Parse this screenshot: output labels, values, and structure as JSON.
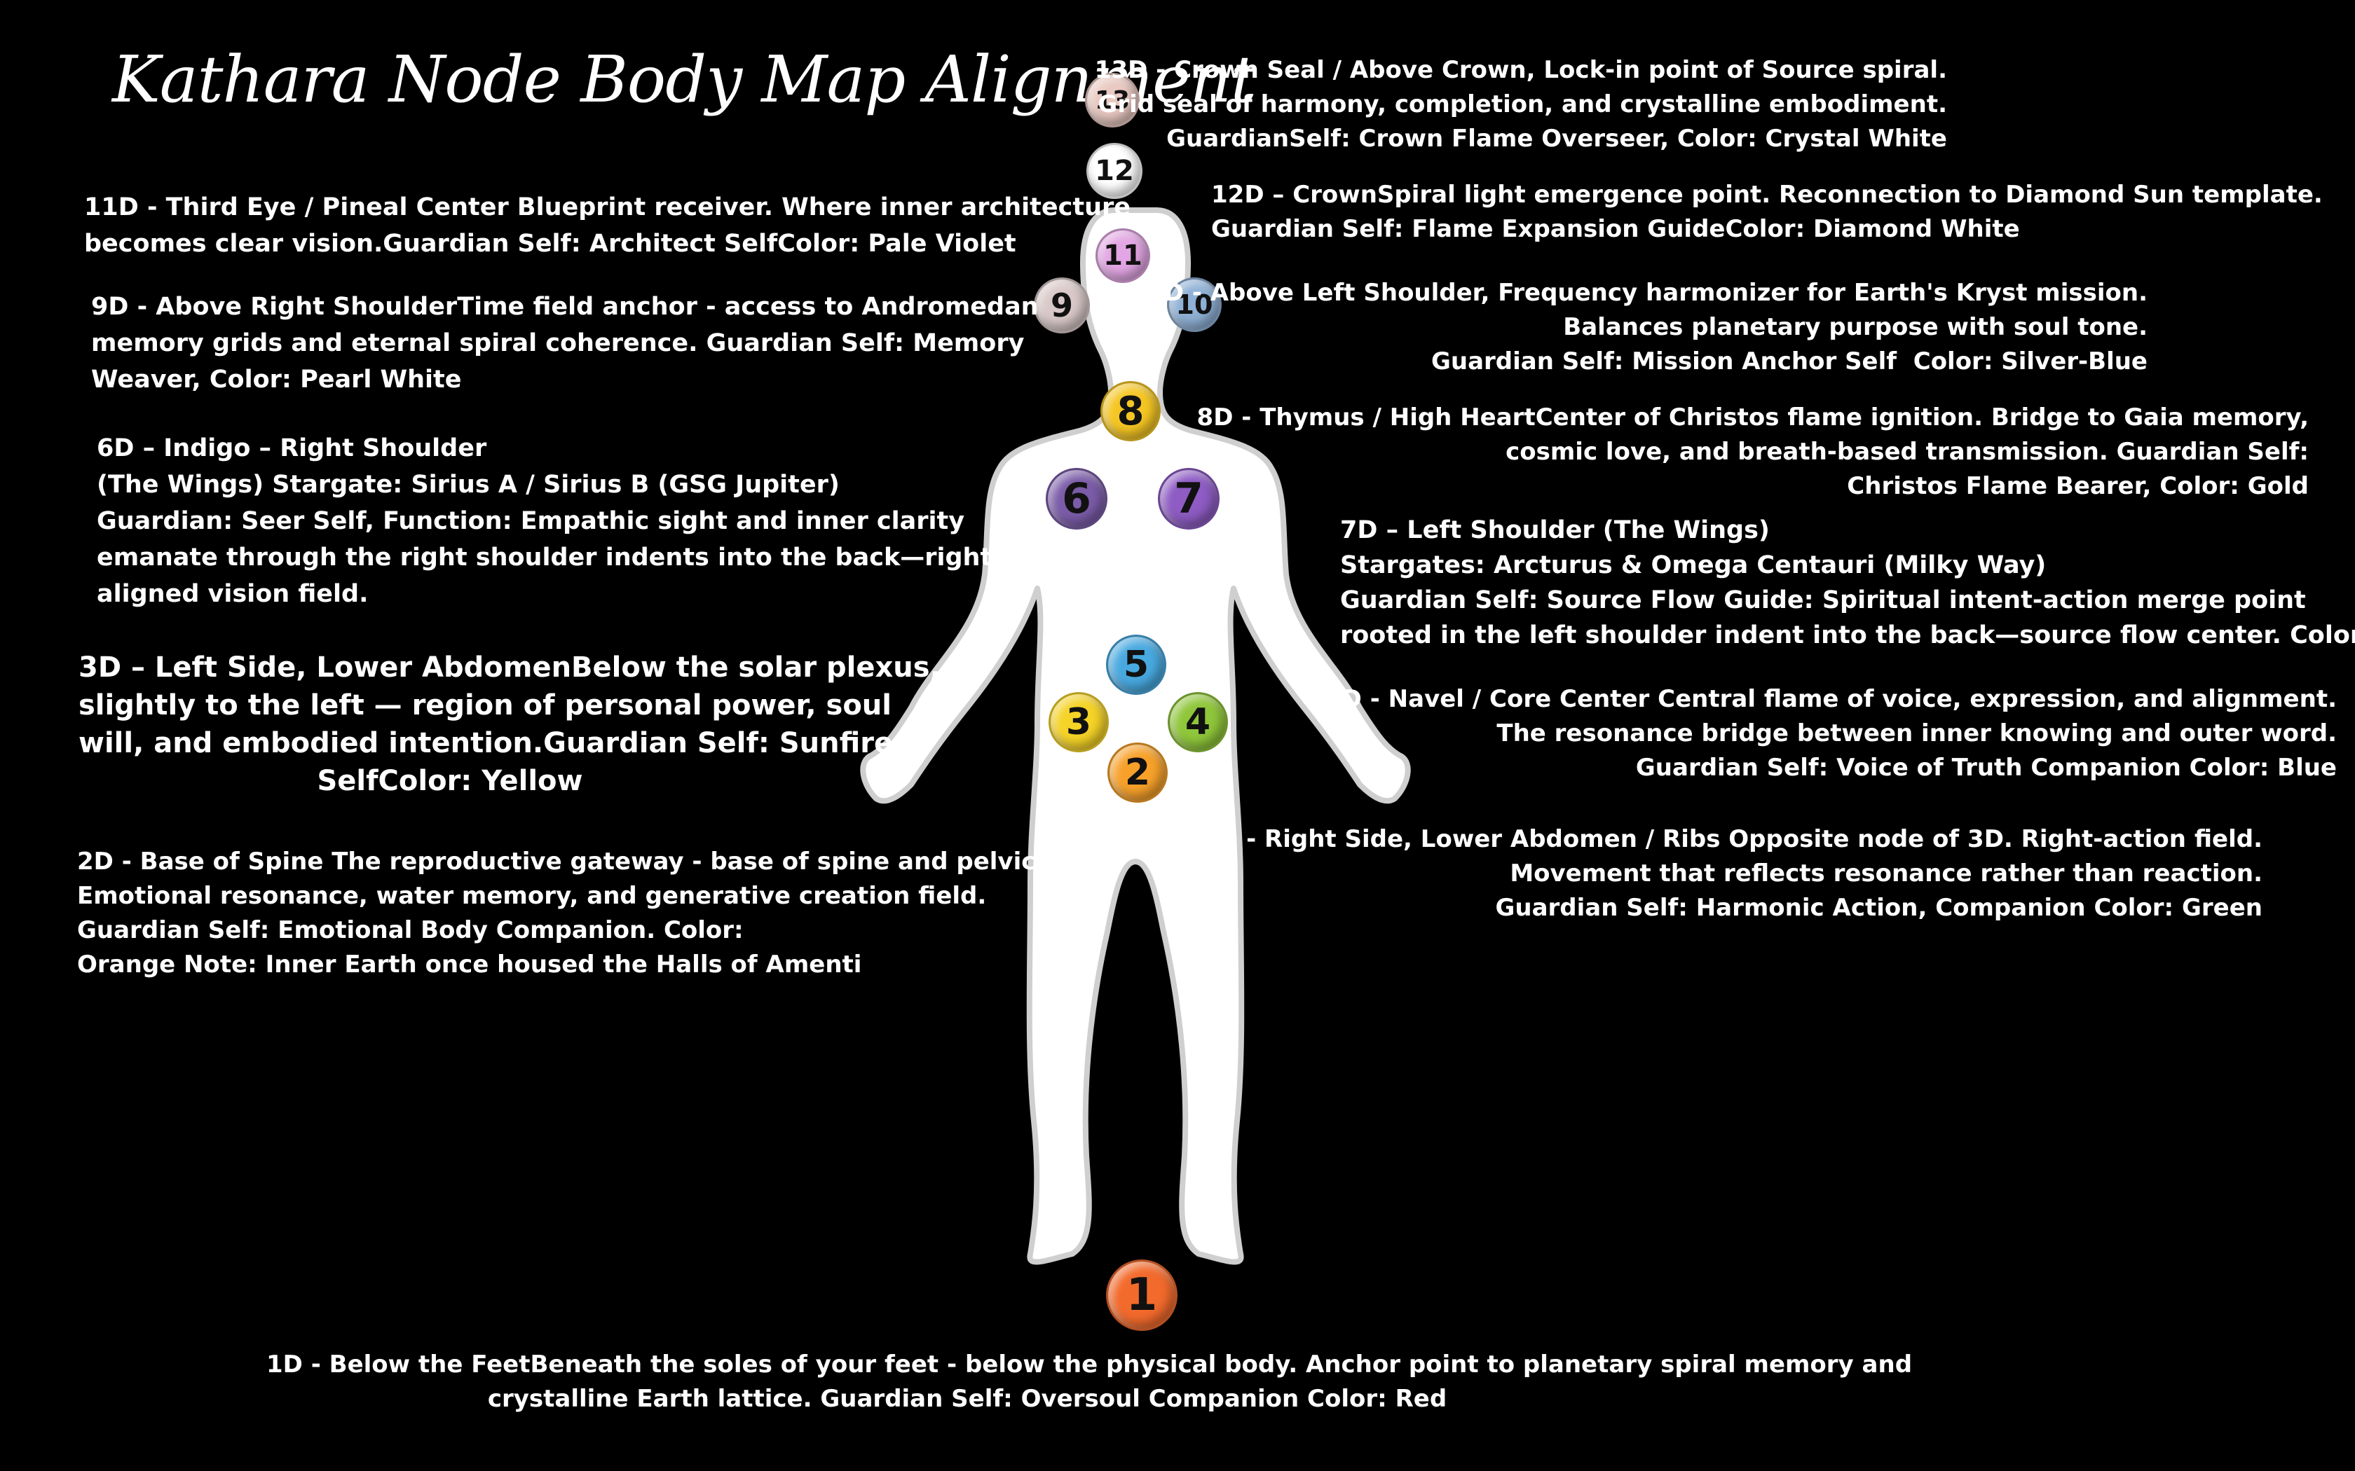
{
  "title": "Kathara Node Body Map Alignment",
  "nodes": [
    {
      "id": "n1",
      "label": "1",
      "color": "#f26a2c"
    },
    {
      "id": "n2",
      "label": "2",
      "color": "#f7a12a"
    },
    {
      "id": "n3",
      "label": "3",
      "color": "#f5d327"
    },
    {
      "id": "n4",
      "label": "4",
      "color": "#8fc63a"
    },
    {
      "id": "n5",
      "label": "5",
      "color": "#48a9e0"
    },
    {
      "id": "n6",
      "label": "6",
      "color": "#7b5ca8"
    },
    {
      "id": "n7",
      "label": "7",
      "color": "#8e5cc4"
    },
    {
      "id": "n8",
      "label": "8",
      "color": "#f5c623"
    },
    {
      "id": "n9",
      "label": "9",
      "color": "#d9c8c8"
    },
    {
      "id": "n10",
      "label": "10",
      "color": "#8fb1d6"
    },
    {
      "id": "n11",
      "label": "11",
      "color": "#e3a6e4"
    },
    {
      "id": "n12",
      "label": "12",
      "color": "#ffffff"
    },
    {
      "id": "n13",
      "label": "13",
      "color": "#e9c9c1"
    }
  ],
  "descriptions": {
    "d13": "13D - Crown Seal / Above Crown, Lock-in point of Source spiral.\nGrid seal of harmony, completion, and crystalline embodiment.\nGuardianSelf: Crown Flame Overseer, Color: Crystal White",
    "d12": "12D – CrownSpiral light emergence point. Reconnection to Diamond Sun template.\nGuardian Self: Flame Expansion GuideColor: Diamond White",
    "d11": "11D - Third Eye / Pineal Center Blueprint receiver. Where inner architecture\nbecomes clear vision.Guardian Self: Architect SelfColor: Pale Violet",
    "d10": "10D - Above Left Shoulder, Frequency harmonizer for Earth's Kryst mission.\nBalances planetary purpose with soul tone.\nGuardian Self: Mission Anchor Self  Color: Silver-Blue",
    "d9": "9D - Above Right ShoulderTime field anchor - access to Andromedan\nmemory grids and eternal spiral coherence. Guardian Self: Memory\nWeaver, Color: Pearl White",
    "d8": "8D - Thymus / High HeartCenter of Christos flame ignition. Bridge to Gaia memory,\ncosmic love, and breath-based transmission. Guardian Self:\nChristos Flame Bearer, Color: Gold",
    "d7": "7D – Left Shoulder (The Wings)\nStargates: Arcturus & Omega Centauri (Milky Way)\nGuardian Self: Source Flow Guide: Spiritual intent-action merge point\nrooted in the left shoulder indent into the back—source flow center. Color: Violet",
    "d6": "6D – Indigo – Right Shoulder\n(The Wings) Stargate: Sirius A / Sirius B (GSG Jupiter)\nGuardian: Seer Self, Function: Empathic sight and inner clarity\nemanate through the right shoulder indents into the back—right\naligned vision field.",
    "d5": "5D - Navel / Core Center Central flame of voice, expression, and alignment.\nThe resonance bridge between inner knowing and outer word.\nGuardian Self: Voice of Truth Companion Color: Blue",
    "d4": "4D - Right Side, Lower Abdomen / Ribs Opposite node of 3D. Right-action field.\nMovement that reflects resonance rather than reaction.\nGuardian Self: Harmonic Action, Companion Color: Green",
    "d3": "3D – Left Side, Lower AbdomenBelow the solar plexus,\nslightly to the left — region of personal power, soul\nwill, and embodied intention.Guardian Self: Sunfire\nSelfColor: Yellow",
    "d2": "2D - Base of Spine The reproductive gateway - base of spine and pelvic bowl.\nEmotional resonance, water memory, and generative creation field.\nGuardian Self: Emotional Body Companion. Color:\nOrange Note: Inner Earth once housed the Halls of Amenti",
    "d1": "1D - Below the FeetBeneath the soles of your feet - below the physical body. Anchor point to planetary spiral memory and\ncrystalline Earth lattice. Guardian Self: Oversoul Companion Color: Red"
  }
}
